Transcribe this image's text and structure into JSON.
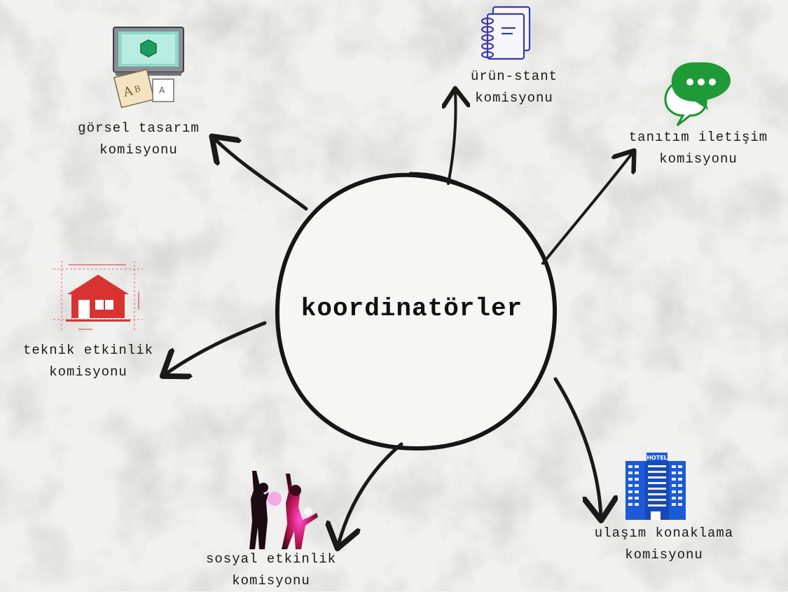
{
  "center": {
    "label": "koordinatörler"
  },
  "nodes": {
    "gorsel": {
      "line1": "görsel tasarım",
      "line2": "komisyonu",
      "icon": "design-monitor-icon"
    },
    "urun": {
      "line1": "ürün-stant",
      "line2": "komisyonu",
      "icon": "notebook-icon"
    },
    "tanitim": {
      "line1": "tanıtım iletişim",
      "line2": "komisyonu",
      "icon": "chat-bubbles-icon"
    },
    "teknik": {
      "line1": "teknik etkinlik",
      "line2": "komisyonu",
      "icon": "house-blueprint-icon"
    },
    "sosyal": {
      "line1": "sosyal etkinlik",
      "line2": "komisyonu",
      "icon": "dancing-people-icon"
    },
    "ulasim": {
      "line1": "ulaşım konaklama",
      "line2": "komisyonu",
      "icon": "hotel-building-icon",
      "icon_sign": "HOTEL"
    }
  },
  "colors": {
    "background": "#f1f1ef",
    "stroke": "#1a1a1a",
    "chat_green": "#1e9b36",
    "house_red": "#d83330",
    "hotel_blue": "#1d5ad8",
    "notebook_blue": "#3a3aa8"
  }
}
